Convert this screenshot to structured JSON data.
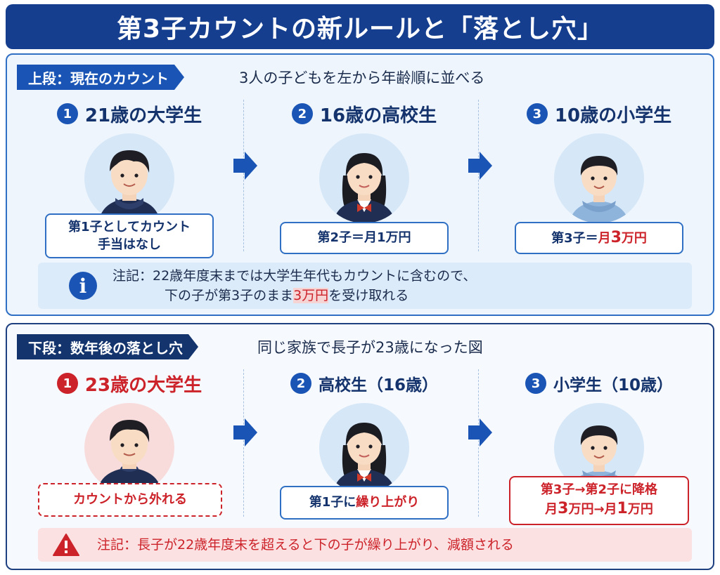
{
  "title": "第3子カウントの新ルールと「落とし穴」",
  "top": {
    "tag": "上段：現在のカウント",
    "desc": "3人の子どもを左から年齢順に並べる",
    "children": [
      {
        "num": "1",
        "label": "21歳の大学生",
        "box_line1": "第1子としてカウント",
        "box_line2": "手当はなし",
        "icon": "boy-hoodie-icon"
      },
      {
        "num": "2",
        "label": "16歳の高校生",
        "box_line1": "第2子＝月1万円",
        "icon": "girl-uniform-icon"
      },
      {
        "num": "3",
        "label": "10歳の小学生",
        "box_pre": "第3子＝",
        "box_red": "月",
        "box_red_big": "3",
        "box_red2": "万円",
        "icon": "child-hoodie-icon"
      }
    ],
    "note": {
      "line1": "注記：22歳年度末までは大学生年代もカウントに含むので、",
      "line2_pre": "下の子が第3子のまま",
      "line2_red": "3万円",
      "line2_post": "を受け取れる",
      "icon": "info-icon"
    }
  },
  "bottom": {
    "tag": "下段：数年後の落とし穴",
    "desc": "同じ家族で長子が23歳になった図",
    "children": [
      {
        "num": "1",
        "label": "23歳の大学生",
        "box_line1": "カウントから外れる",
        "icon": "young-man-icon"
      },
      {
        "num": "2",
        "label": "高校生（16歳）",
        "box_pre": "第1子に",
        "box_red": "繰り上がり",
        "icon": "girl-uniform-icon"
      },
      {
        "num": "3",
        "label": "小学生（10歳）",
        "box_line1": "第3子→第2子に降格",
        "box_l2a": "月",
        "box_l2b": "3",
        "box_l2c": "万円→月",
        "box_l2d": "1",
        "box_l2e": "万円",
        "icon": "child-hoodie-icon"
      }
    ],
    "note": {
      "text": "注記：長子が22歳年度末を超えると下の子が繰り上がり、減額される",
      "icon": "warning-icon"
    }
  },
  "colors": {
    "primary": "#1a55b5",
    "navy": "#153e8f",
    "accent_red": "#cc2229",
    "panel_bg": "#eef5fc"
  }
}
